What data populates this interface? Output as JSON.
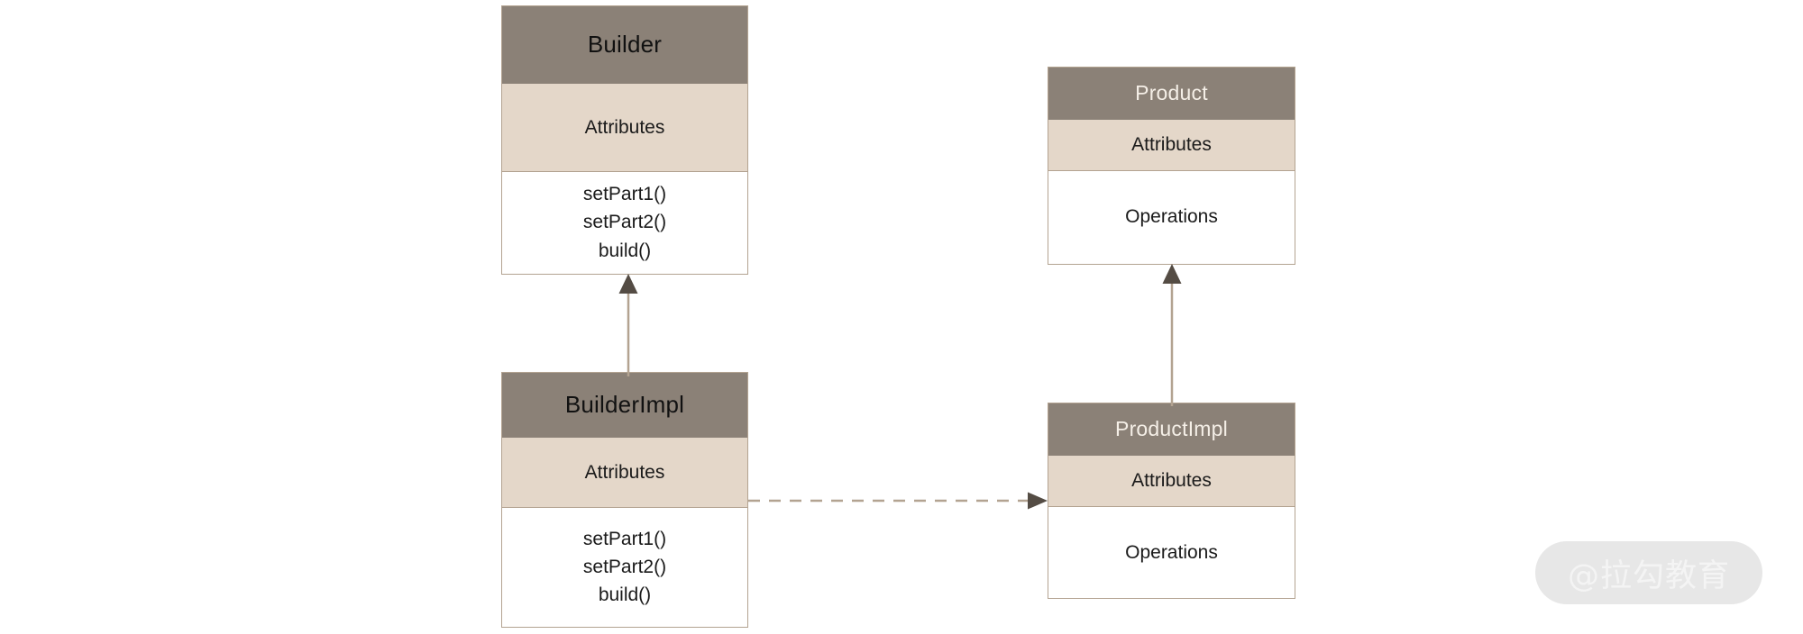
{
  "diagram": {
    "type": "uml-class-diagram",
    "pattern": "Builder",
    "background_color": "#ffffff",
    "header_fill": "#8b8177",
    "attributes_fill": "#e4d7c9",
    "operations_fill": "#ffffff",
    "border_color": "#b3a391",
    "connector_color": "#b3a391",
    "arrowhead_color": "#544c44"
  },
  "classes": {
    "builder": {
      "title": "Builder",
      "attributes_label": "Attributes",
      "operations": [
        "setPart1()",
        "setPart2()",
        "build()"
      ]
    },
    "builder_impl": {
      "title": "BuilderImpl",
      "attributes_label": "Attributes",
      "operations": [
        "setPart1()",
        "setPart2()",
        "build()"
      ]
    },
    "product": {
      "title": "Product",
      "attributes_label": "Attributes",
      "operations": [
        "Operations"
      ]
    },
    "product_impl": {
      "title": "ProductImpl",
      "attributes_label": "Attributes",
      "operations": [
        "Operations"
      ]
    }
  },
  "relationships": {
    "builder_generalization": {
      "name": "BuilderImpl inherits Builder",
      "style": "solid",
      "arrow": "triangle-up"
    },
    "product_generalization": {
      "name": "ProductImpl inherits Product",
      "style": "solid",
      "arrow": "triangle-up"
    },
    "dependency": {
      "name": "BuilderImpl creates ProductImpl",
      "style": "dashed",
      "arrow": "arrow-right"
    }
  },
  "watermark": {
    "text": "@拉勾教育"
  }
}
